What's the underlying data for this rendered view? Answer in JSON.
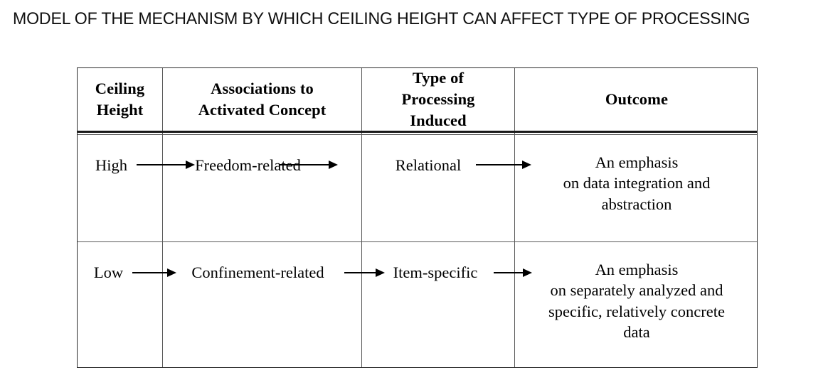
{
  "title": "MODEL OF THE MECHANISM BY WHICH CEILING HEIGHT CAN AFFECT TYPE OF PROCESSING",
  "table": {
    "columns": [
      {
        "id": "ceiling-height",
        "header_lines": [
          "Ceiling",
          "Height"
        ]
      },
      {
        "id": "associations",
        "header_lines": [
          "Associations to",
          "Activated Concept"
        ]
      },
      {
        "id": "processing-type",
        "header_lines": [
          "Type of",
          "Processing",
          "Induced"
        ]
      },
      {
        "id": "outcome",
        "header_lines": [
          "Outcome"
        ]
      }
    ],
    "rows": [
      {
        "id": "high-row",
        "ceiling_height": "High",
        "association": "Freedom-related",
        "processing_type": "Relational",
        "outcome_lines": [
          "An emphasis",
          "on data integration and",
          "abstraction"
        ]
      },
      {
        "id": "low-row",
        "ceiling_height": "Low",
        "association": "Confinement-related",
        "processing_type": "Item-specific",
        "outcome_lines": [
          "An emphasis",
          "on separately analyzed and",
          "specific, relatively concrete",
          "data"
        ]
      }
    ]
  },
  "arrows": {
    "icon": "right-arrow-icon",
    "color": "#000000",
    "count": 6
  },
  "colors": {
    "text": "#000000",
    "frame": "#2b2b2b",
    "rule": "#5a5a5a",
    "background": "#ffffff"
  }
}
